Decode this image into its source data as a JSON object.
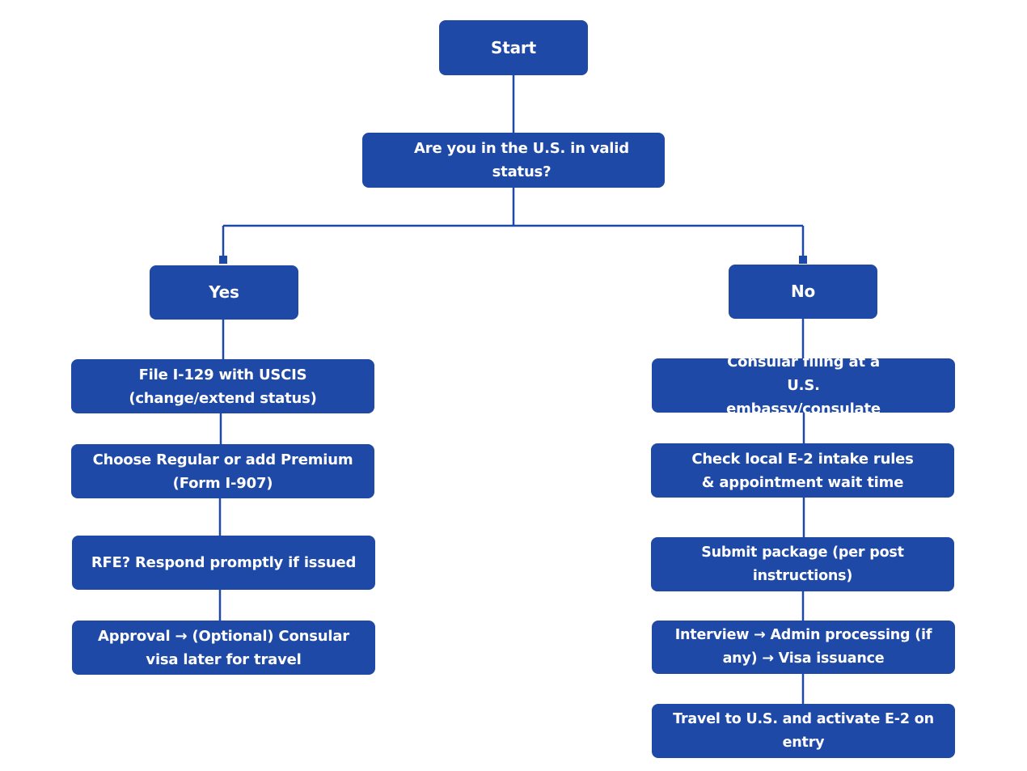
{
  "flowchart": {
    "start": "Start",
    "question": "Are you in the U.S. in valid status?",
    "yes": {
      "label": "Yes",
      "steps": [
        "File I-129 with USCIS (change/extend status)",
        "Choose Regular or add Premium (Form I-907)",
        "RFE? Respond promptly if issued",
        "Approval → (Optional) Consular visa later for travel"
      ]
    },
    "no": {
      "label": "No",
      "steps": [
        "Consular filing at a U.S. embassy/consulate",
        "Check local E-2 intake rules & appointment wait time",
        "Submit package (per post instructions)",
        "Interview → Admin processing (if any) → Visa issuance",
        "Travel to U.S. and activate E-2 on entry"
      ]
    }
  },
  "colors": {
    "node_fill": "#1f49a6",
    "connector": "#1f49a6",
    "node_text": "#ffffff",
    "background": "#ffffff"
  }
}
